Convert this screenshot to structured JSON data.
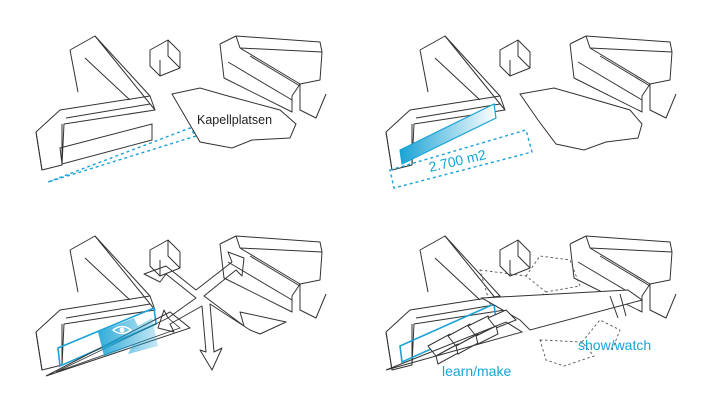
{
  "labels": {
    "place_name": "Kapellplatsen",
    "area": "2.700 m2",
    "learn_make": "learn/make",
    "show_watch": "show/watch"
  },
  "colors": {
    "line": "#333333",
    "accent": "#1aa3d6",
    "accent_light": "#bfe6f5"
  },
  "icons": [
    "eye-icon",
    "four-way-arrows-icon"
  ]
}
